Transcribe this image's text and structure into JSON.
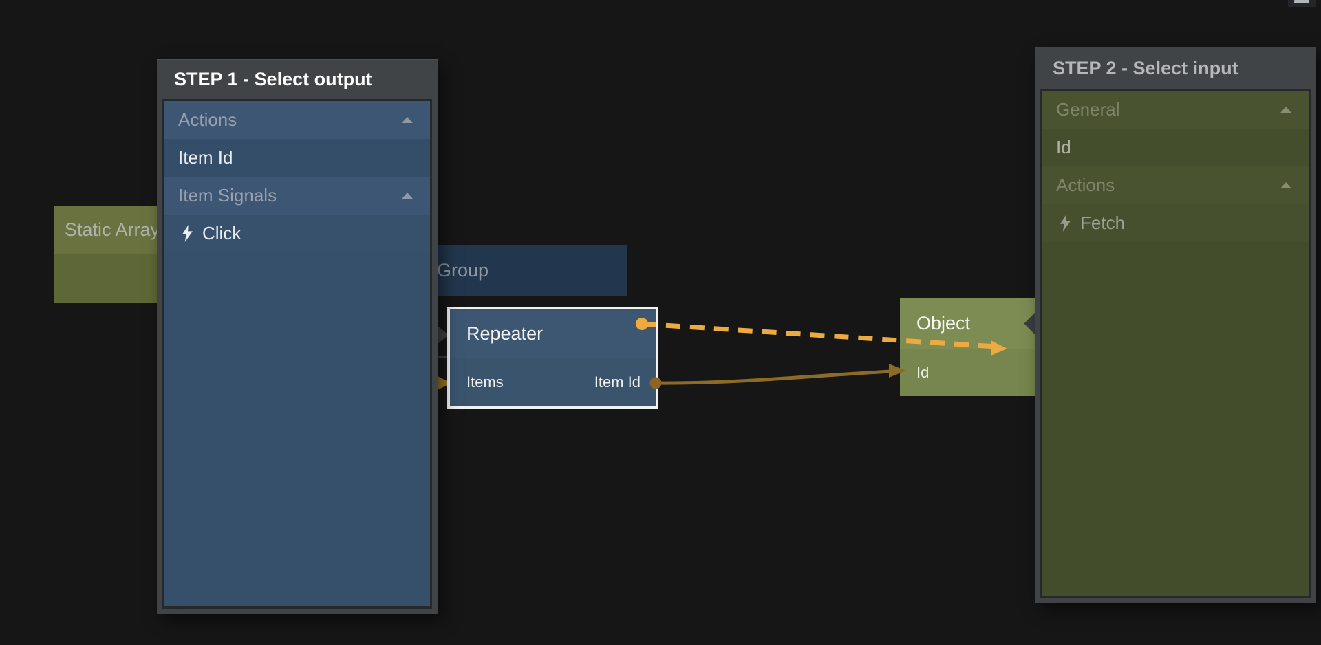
{
  "app": {
    "name": "node-connection-editor"
  },
  "panels": {
    "step1": {
      "title": "STEP 1 - Select output",
      "rows": [
        {
          "label": "Actions",
          "kind": "category",
          "icon": "chevron-up-icon"
        },
        {
          "label": "Item Id",
          "kind": "item"
        },
        {
          "label": "Item Signals",
          "kind": "category",
          "icon": "chevron-up-icon"
        },
        {
          "label": "Click",
          "kind": "signal",
          "icon": "lightning-icon"
        }
      ]
    },
    "step2": {
      "title": "STEP 2 - Select input",
      "rows": [
        {
          "label": "General",
          "kind": "category",
          "icon": "chevron-up-icon"
        },
        {
          "label": "Id",
          "kind": "item"
        },
        {
          "label": "Actions",
          "kind": "category",
          "icon": "chevron-up-icon"
        },
        {
          "label": "Fetch",
          "kind": "signal",
          "icon": "lightning-icon"
        }
      ]
    }
  },
  "nodes": {
    "static_array": {
      "title": "Static Array"
    },
    "group": {
      "title": "Group"
    },
    "repeater": {
      "title": "Repeater",
      "input_label": "Items",
      "output_label": "Item Id"
    },
    "object": {
      "title": "Object",
      "input_label": "Id"
    }
  },
  "connections": [
    {
      "from": "Repeater",
      "to": "Object",
      "style": "dashed",
      "color": "#ecaa41"
    },
    {
      "from": "Repeater.Item Id",
      "to": "Object.Id",
      "style": "solid",
      "color": "#8b6b27"
    }
  ],
  "colors": {
    "background": "#161616",
    "panel_frame": "#404447",
    "step1_body": "#36506c",
    "step2_body": "#434c2b",
    "accent_orange": "#ecaa41",
    "wire_brown": "#8b6b27",
    "node_blue": "#3d5772",
    "node_navy": "#22374e",
    "node_olive": "#6a7240",
    "node_green": "#7c8c53"
  }
}
